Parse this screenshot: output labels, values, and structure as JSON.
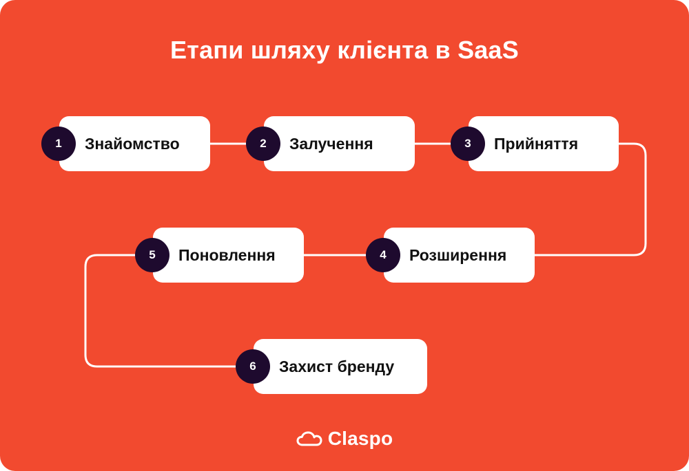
{
  "title": "Етапи шляху клієнта в SaaS",
  "steps": [
    {
      "number": "1",
      "label": "Знайомство"
    },
    {
      "number": "2",
      "label": "Залучення"
    },
    {
      "number": "3",
      "label": "Прийняття"
    },
    {
      "number": "4",
      "label": "Розширення"
    },
    {
      "number": "5",
      "label": "Поновлення"
    },
    {
      "number": "6",
      "label": "Захист бренду"
    }
  ],
  "brand": {
    "name": "Claspo",
    "icon": "cloud-icon"
  },
  "colors": {
    "background": "#F24A2F",
    "card": "#FFFFFF",
    "badge": "#1E0A2E",
    "connector": "#FFFFFF",
    "text": "#111111"
  }
}
